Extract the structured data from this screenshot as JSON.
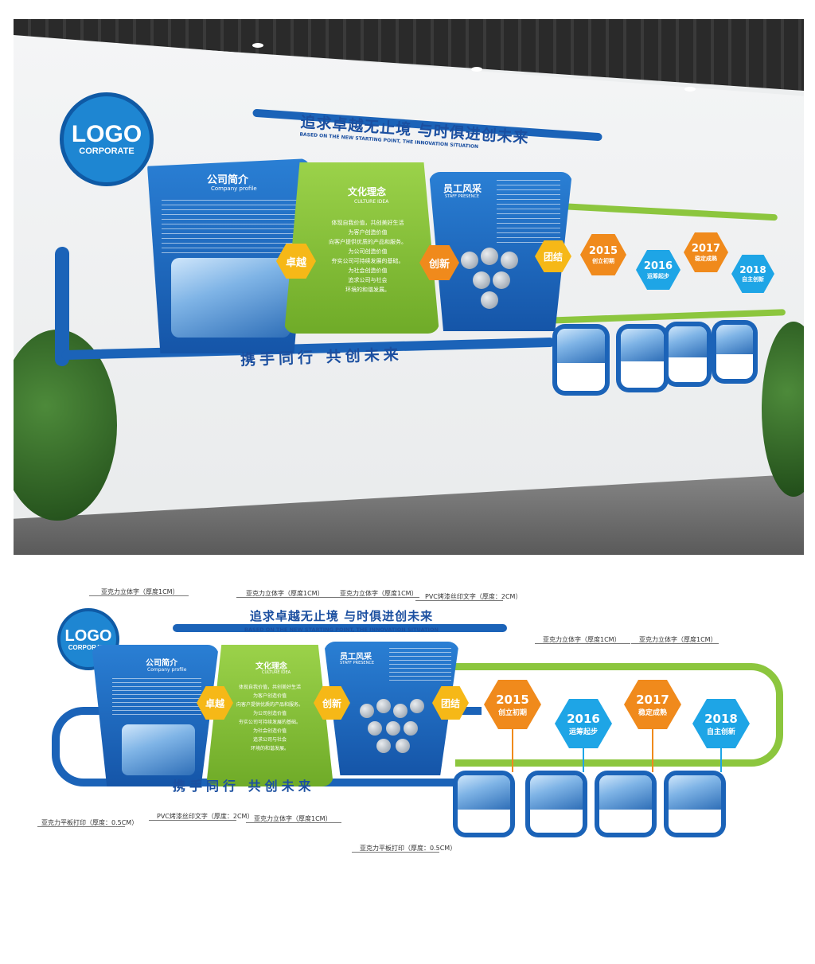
{
  "logo": {
    "line1": "LOGO",
    "line2": "CORPORATE"
  },
  "headline": {
    "cn": "追求卓越无止境  与时俱进创未来",
    "en": "BASED ON THE NEW STARTING POINT, THE INNOVATION SITUATION"
  },
  "company": {
    "title": "公司简介",
    "subtitle": "Company profile"
  },
  "culture": {
    "title": "文化理念",
    "subtitle": "CULTURE IDEA",
    "lines": [
      "体现自我价值，共创美好生活",
      "为客户创造价值",
      "向客户提供优质的产品和服务。",
      "为公司创造价值",
      "夯实公司可持续发展的基础。",
      "为社会创造价值",
      "追求公司与社会",
      "环境的和谐发展。"
    ]
  },
  "staff": {
    "title": "员工风采",
    "subtitle": "STAFF PRESENCE"
  },
  "values": {
    "excellence": "卓越",
    "innovation": "创新",
    "unity": "团结"
  },
  "slogan": "携手同行  共创未来",
  "timeline": [
    {
      "year": "2015",
      "label": "创立初期",
      "color": "#f08a1c"
    },
    {
      "year": "2016",
      "label": "运筹起步",
      "color": "#1ea5e6"
    },
    {
      "year": "2017",
      "label": "稳定成熟",
      "color": "#f08a1c"
    },
    {
      "year": "2018",
      "label": "自主创新",
      "color": "#1ea5e6"
    }
  ],
  "annotations": {
    "acrylic_1cm": "亚克力立体字（厚度1CM）",
    "pvc_2cm": "PVC烤漆丝印文字（厚度：2CM）",
    "flat_print": "亚克力平板打印（厚度：0.5CM）"
  }
}
